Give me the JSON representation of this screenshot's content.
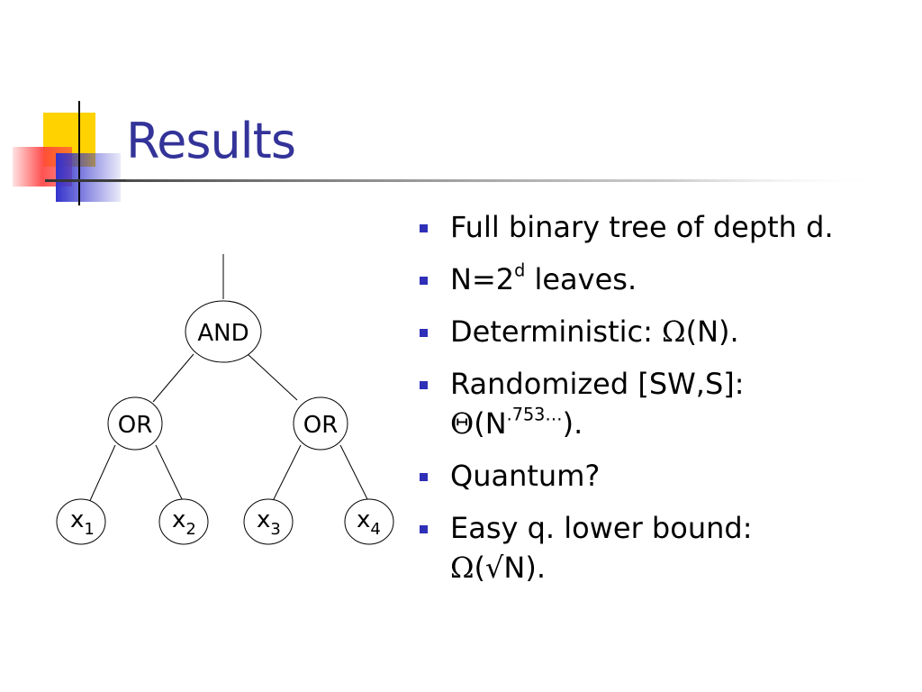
{
  "slide": {
    "title": "Results",
    "accent_colors": {
      "title": "#333399",
      "yellow": "#ffd200",
      "red": "#ff3f3f",
      "blue": "#3333cc"
    },
    "bullets": [
      {
        "text": "Full binary tree of depth d."
      },
      {
        "pre": "N=2",
        "sup": "d",
        "post": " leaves."
      },
      {
        "pre": "Deterministic: ",
        "symbol": "Ω",
        "post": "(N)."
      },
      {
        "line1": "Randomized [SW,S]:",
        "symbol": "Θ",
        "pre": "(N",
        "sup": ".753…",
        "post": ")."
      },
      {
        "text": "Quantum?"
      },
      {
        "line1": "Easy q. lower bound:",
        "symbol": "Ω",
        "post": "(√N)."
      }
    ]
  },
  "tree": {
    "root": "AND",
    "children": [
      "OR",
      "OR"
    ],
    "leaves": [
      {
        "var": "x",
        "sub": "1"
      },
      {
        "var": "x",
        "sub": "2"
      },
      {
        "var": "x",
        "sub": "3"
      },
      {
        "var": "x",
        "sub": "4"
      }
    ]
  }
}
